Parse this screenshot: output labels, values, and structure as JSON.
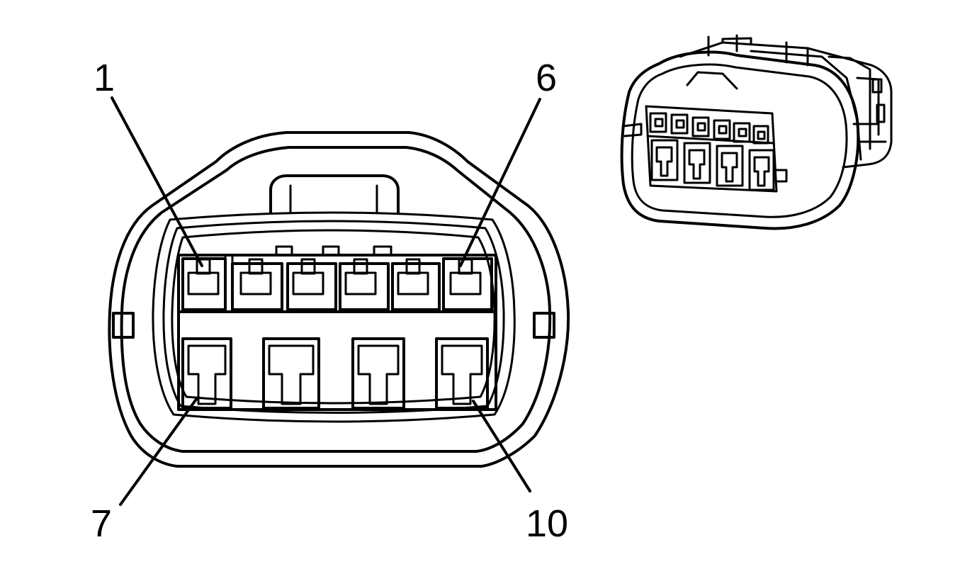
{
  "pin_labels": {
    "top_left": "1",
    "top_right": "6",
    "bottom_left": "7",
    "bottom_right": "10"
  },
  "connector": {
    "top_row_cavities": 6,
    "bottom_row_cavities": 4
  },
  "colors": {
    "line": "#000000",
    "background": "#ffffff"
  }
}
